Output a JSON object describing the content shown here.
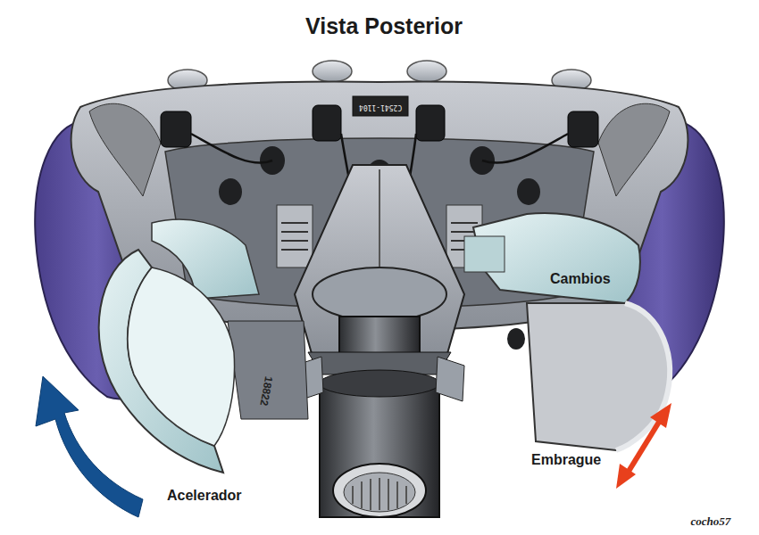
{
  "diagram": {
    "title": "Vista Posterior",
    "labels": [
      "Cambios",
      "Acelerador",
      "Embrague",
      "18822",
      "C2541-1104",
      "cocho57"
    ]
  }
}
